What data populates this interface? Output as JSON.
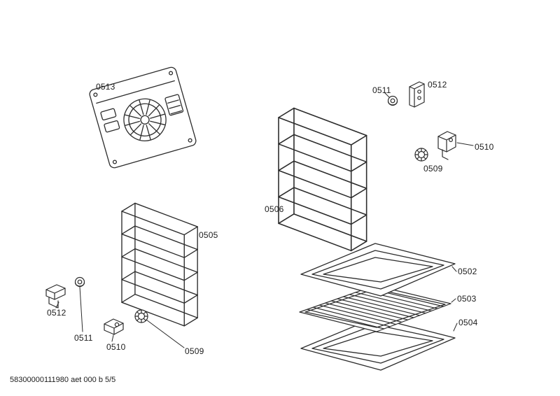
{
  "colors": {
    "ink": "#2c2c2c",
    "text": "#1c1c1c",
    "background": "#ffffff"
  },
  "footer": {
    "text": "58300000111980 aet 000 b 5/5"
  },
  "labels": {
    "back_panel": "0513",
    "rack_right": "0506",
    "rack_left": "0505",
    "tray_top": "0502",
    "grill_rack": "0503",
    "tray_bottom": "0504",
    "tr_nut": "0511",
    "tr_bracket": "0512",
    "tr_hinge": "0510",
    "tr_knob": "0509",
    "bl_bracket": "0512",
    "bl_nut": "0511",
    "bl_hinge": "0510",
    "bl_knob": "0509"
  }
}
